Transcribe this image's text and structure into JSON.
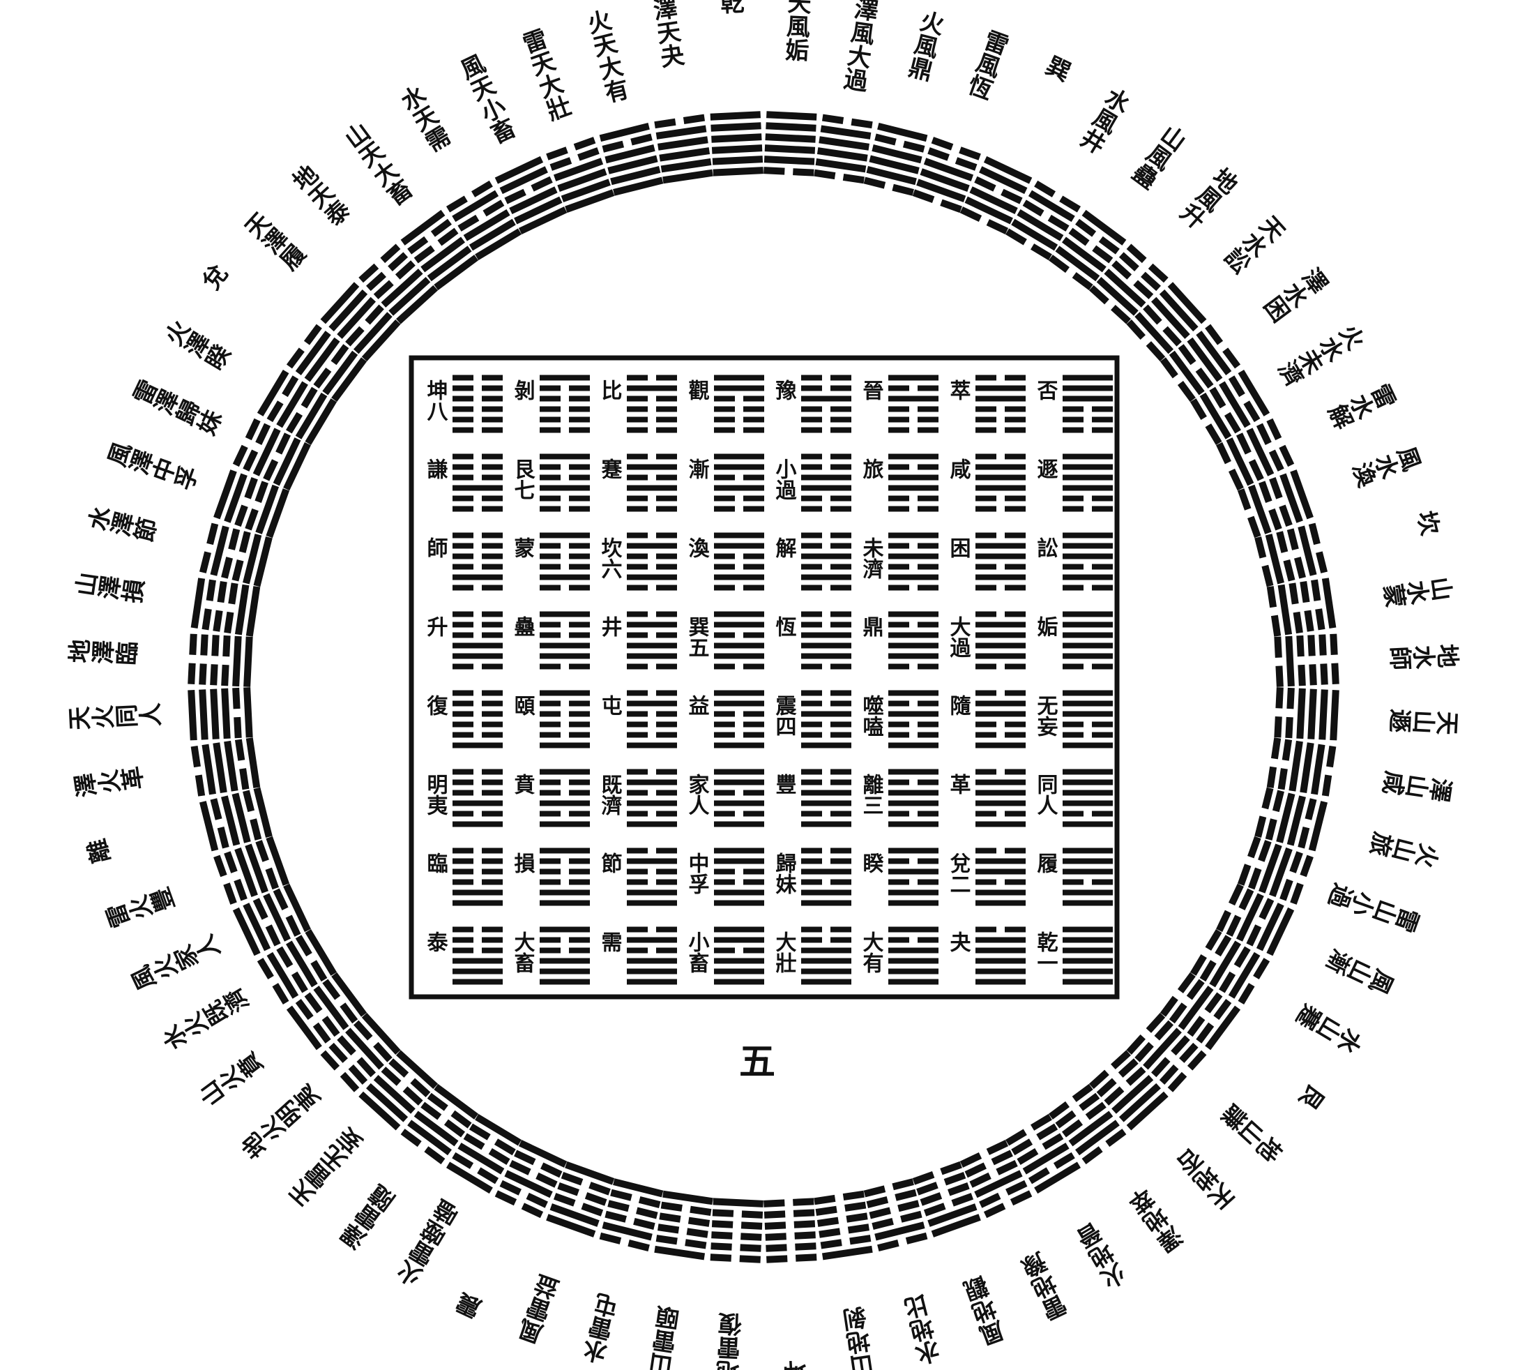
{
  "title": "Fu Xi Sixty-four Hexagram Circle and Square Diagram",
  "page_number": "五",
  "ink_color": "#111111",
  "paper_color": "#ffffff",
  "square_labels": [
    "乾一",
    "夬",
    "大有",
    "大壯",
    "小畜",
    "需",
    "大畜",
    "泰",
    "履",
    "兌二",
    "睽",
    "歸妹",
    "中孚",
    "節",
    "損",
    "臨",
    "同人",
    "革",
    "離三",
    "豐",
    "家人",
    "既濟",
    "賁",
    "明夷",
    "无妄",
    "隨",
    "噬嗑",
    "震四",
    "益",
    "屯",
    "頤",
    "復",
    "姤",
    "大過",
    "鼎",
    "恆",
    "巽五",
    "井",
    "蠱",
    "升",
    "訟",
    "困",
    "未濟",
    "解",
    "渙",
    "坎六",
    "蒙",
    "師",
    "遯",
    "咸",
    "旅",
    "小過",
    "漸",
    "蹇",
    "艮七",
    "謙",
    "否",
    "萃",
    "晉",
    "豫",
    "觀",
    "比",
    "剝",
    "坤八"
  ],
  "circle_labels": [
    "乾",
    "澤天夬",
    "火天大有",
    "雷天大壯",
    "風天小畜",
    "水天需",
    "山天大畜",
    "地天泰",
    "天澤履",
    "兌",
    "火澤睽",
    "雷澤歸妹",
    "風澤中孚",
    "水澤節",
    "山澤損",
    "地澤臨",
    "天火同人",
    "澤火革",
    "離",
    "雷火豐",
    "風火家人",
    "水火既濟",
    "山火賁",
    "地火明夷",
    "天雷无妄",
    "澤雷隨",
    "火雷噬嗑",
    "震",
    "風雷益",
    "水雷屯",
    "山雷頤",
    "地雷復",
    "天風姤",
    "澤風大過",
    "火風鼎",
    "雷風恆",
    "巽",
    "水風井",
    "山風蠱",
    "地風升",
    "天水訟",
    "澤水困",
    "火水未濟",
    "雷水解",
    "風水渙",
    "坎",
    "山水蒙",
    "地水師",
    "天山遯",
    "澤山咸",
    "火山旅",
    "雷山小過",
    "風山漸",
    "水山蹇",
    "艮",
    "地山謙",
    "天地否",
    "澤地萃",
    "火地晉",
    "雷地豫",
    "風地觀",
    "水地比",
    "山地剝",
    "坤"
  ]
}
